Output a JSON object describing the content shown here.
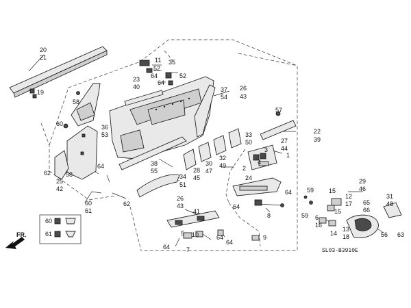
{
  "diagram": {
    "ref_code": "SL03-B3910E",
    "direction_label": "FR.",
    "callouts": {
      "c20": "20",
      "c21": "21",
      "c19": "19",
      "c11": "11",
      "c52a": "52",
      "c64a": "64",
      "c35": "35",
      "c52b": "52",
      "c64b": "64",
      "c23": "23",
      "c40": "40",
      "c58a": "58",
      "c37": "37",
      "c54": "54",
      "c26a": "26",
      "c43a": "43",
      "c60a": "60",
      "c36": "36",
      "c53": "53",
      "c57": "57",
      "c22": "22",
      "c39": "39",
      "c33": "33",
      "c50": "50",
      "c27": "27",
      "c44": "44",
      "c3": "3",
      "c4": "4",
      "c1": "1",
      "c38": "38",
      "c55": "55",
      "c28": "28",
      "c45": "45",
      "c30": "30",
      "c47": "47",
      "c32": "32",
      "c49": "49",
      "c2": "2",
      "c62a": "62",
      "c25": "25",
      "c42": "42",
      "c58b": "58",
      "c64c": "64",
      "c34": "34",
      "c51": "51",
      "c24": "24",
      "c64d": "64",
      "c60b": "60",
      "c61a": "61",
      "c62b": "62",
      "c26b": "26",
      "c43b": "43",
      "c64e": "64",
      "c8": "8",
      "c41": "41",
      "c59a": "59",
      "c59b": "59",
      "c15a": "15",
      "c12": "12",
      "c17": "17",
      "c29": "29",
      "c46": "46",
      "c31": "31",
      "c48": "48",
      "c65": "65",
      "c66": "66",
      "c6": "6",
      "c16": "16",
      "c15b": "15",
      "c14": "14",
      "c13": "13",
      "c18": "18",
      "c56": "56",
      "c63": "63",
      "c5": "5",
      "c10": "10",
      "c64f": "64",
      "c64g": "64",
      "c9": "9",
      "c64h": "64",
      "c7": "7",
      "c60c": "60",
      "c61b": "61"
    }
  }
}
